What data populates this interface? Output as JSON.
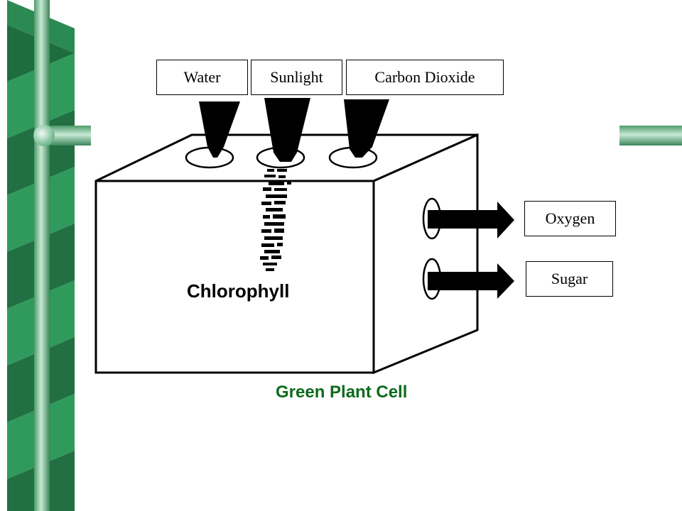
{
  "diagram": {
    "inputs": [
      {
        "label": "Water"
      },
      {
        "label": "Sunlight"
      },
      {
        "label": "Carbon Dioxide"
      }
    ],
    "outputs": [
      {
        "label": "Oxygen"
      },
      {
        "label": "Sugar"
      }
    ],
    "inner_label": "Chlorophyll",
    "caption": "Green Plant Cell"
  },
  "colors": {
    "border_dark": "#1f6b40",
    "border_light": "#3aa564",
    "rod": "#7cc39a",
    "caption": "#0c6b1c"
  }
}
